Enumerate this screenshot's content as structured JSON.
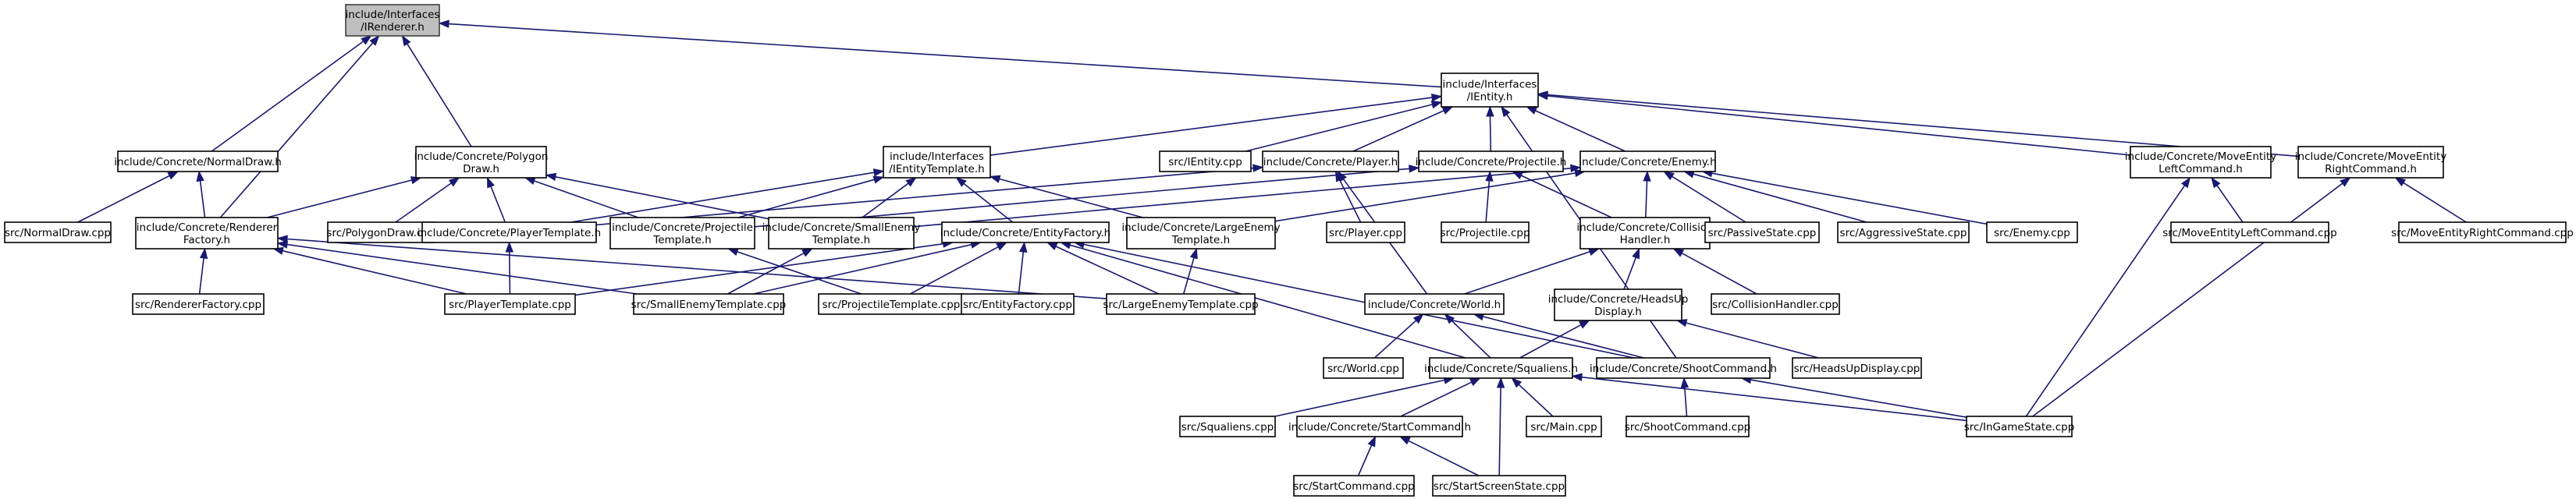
{
  "nodes": {
    "renderer_h": {
      "lines": [
        "include/Interfaces",
        "/IRenderer.h"
      ],
      "root": true
    },
    "ientity_h": {
      "lines": [
        "include/Interfaces",
        "/IEntity.h"
      ]
    },
    "normaldraw_h": {
      "lines": [
        "include/Concrete/NormalDraw.h"
      ]
    },
    "polygondraw_h": {
      "lines": [
        "include/Concrete/Polygon",
        "Draw.h"
      ]
    },
    "ientitytemplate_h": {
      "lines": [
        "include/Interfaces",
        "/IEntityTemplate.h"
      ]
    },
    "ientity_cpp": {
      "lines": [
        "src/IEntity.cpp"
      ]
    },
    "player_h": {
      "lines": [
        "include/Concrete/Player.h"
      ]
    },
    "projectile_h": {
      "lines": [
        "include/Concrete/Projectile.h"
      ]
    },
    "enemy_h": {
      "lines": [
        "include/Concrete/Enemy.h"
      ]
    },
    "moveleft_h": {
      "lines": [
        "include/Concrete/MoveEntity",
        "LeftCommand.h"
      ]
    },
    "moveright_h": {
      "lines": [
        "include/Concrete/MoveEntity",
        "RightCommand.h"
      ]
    },
    "normaldraw_cpp": {
      "lines": [
        "src/NormalDraw.cpp"
      ]
    },
    "rendererfactory_h": {
      "lines": [
        "include/Concrete/Renderer",
        "Factory.h"
      ]
    },
    "polygondraw_cpp": {
      "lines": [
        "src/PolygonDraw.cpp"
      ]
    },
    "playertemplate_h": {
      "lines": [
        "include/Concrete/PlayerTemplate.h"
      ]
    },
    "projectiletemplate_h": {
      "lines": [
        "include/Concrete/Projectile",
        "Template.h"
      ]
    },
    "smallenemytemplate_h": {
      "lines": [
        "include/Concrete/SmallEnemy",
        "Template.h"
      ]
    },
    "entityfactory_h": {
      "lines": [
        "include/Concrete/EntityFactory.h"
      ]
    },
    "largeenemytemplate_h": {
      "lines": [
        "include/Concrete/LargeEnemy",
        "Template.h"
      ]
    },
    "player_cpp": {
      "lines": [
        "src/Player.cpp"
      ]
    },
    "projectile_cpp": {
      "lines": [
        "src/Projectile.cpp"
      ]
    },
    "collisionhandler_h": {
      "lines": [
        "include/Concrete/Collision",
        "Handler.h"
      ]
    },
    "passivestate_cpp": {
      "lines": [
        "src/PassiveState.cpp"
      ]
    },
    "aggressivestate_cpp": {
      "lines": [
        "src/AggressiveState.cpp"
      ]
    },
    "enemy_cpp": {
      "lines": [
        "src/Enemy.cpp"
      ]
    },
    "moveleft_cpp": {
      "lines": [
        "src/MoveEntityLeftCommand.cpp"
      ]
    },
    "moveright_cpp": {
      "lines": [
        "src/MoveEntityRightCommand.cpp"
      ]
    },
    "rendererfactory_cpp": {
      "lines": [
        "src/RendererFactory.cpp"
      ]
    },
    "playertemplate_cpp": {
      "lines": [
        "src/PlayerTemplate.cpp"
      ]
    },
    "smallenemytemplate_cpp": {
      "lines": [
        "src/SmallEnemyTemplate.cpp"
      ]
    },
    "projectiletemplate_cpp": {
      "lines": [
        "src/ProjectileTemplate.cpp"
      ]
    },
    "entityfactory_cpp": {
      "lines": [
        "src/EntityFactory.cpp"
      ]
    },
    "largeenemytemplate_cpp": {
      "lines": [
        "src/LargeEnemyTemplate.cpp"
      ]
    },
    "world_h": {
      "lines": [
        "include/Concrete/World.h"
      ]
    },
    "headsupdisplay_h": {
      "lines": [
        "include/Concrete/HeadsUp",
        "Display.h"
      ]
    },
    "collisionhandler_cpp": {
      "lines": [
        "src/CollisionHandler.cpp"
      ]
    },
    "world_cpp": {
      "lines": [
        "src/World.cpp"
      ]
    },
    "squaliens_h": {
      "lines": [
        "include/Concrete/Squaliens.h"
      ]
    },
    "shootcommand_h": {
      "lines": [
        "include/Concrete/ShootCommand.h"
      ]
    },
    "headsupdisplay_cpp": {
      "lines": [
        "src/HeadsUpDisplay.cpp"
      ]
    },
    "squaliens_cpp": {
      "lines": [
        "src/Squaliens.cpp"
      ]
    },
    "startcommand_h": {
      "lines": [
        "include/Concrete/StartCommand.h"
      ]
    },
    "main_cpp": {
      "lines": [
        "src/Main.cpp"
      ]
    },
    "shootcommand_cpp": {
      "lines": [
        "src/ShootCommand.cpp"
      ]
    },
    "ingamestate_cpp": {
      "lines": [
        "src/InGameState.cpp"
      ]
    },
    "startcommand_cpp": {
      "lines": [
        "src/StartCommand.cpp"
      ]
    },
    "startscreenstate_cpp": {
      "lines": [
        "src/StartScreenState.cpp"
      ]
    }
  },
  "edges": [
    [
      "ientity_h",
      "renderer_h"
    ],
    [
      "normaldraw_h",
      "renderer_h"
    ],
    [
      "rendererfactory_h",
      "renderer_h"
    ],
    [
      "polygondraw_h",
      "renderer_h"
    ],
    [
      "normaldraw_cpp",
      "normaldraw_h"
    ],
    [
      "rendererfactory_h",
      "normaldraw_h"
    ],
    [
      "rendererfactory_h",
      "polygondraw_h"
    ],
    [
      "polygondraw_cpp",
      "polygondraw_h"
    ],
    [
      "playertemplate_h",
      "polygondraw_h"
    ],
    [
      "projectiletemplate_h",
      "polygondraw_h"
    ],
    [
      "smallenemytemplate_h",
      "polygondraw_h"
    ],
    [
      "rendererfactory_cpp",
      "rendererfactory_h"
    ],
    [
      "playertemplate_cpp",
      "rendererfactory_h"
    ],
    [
      "smallenemytemplate_cpp",
      "rendererfactory_h"
    ],
    [
      "largeenemytemplate_cpp",
      "rendererfactory_h"
    ],
    [
      "ientitytemplate_h",
      "ientity_h"
    ],
    [
      "ientity_cpp",
      "ientity_h"
    ],
    [
      "player_h",
      "ientity_h"
    ],
    [
      "projectile_h",
      "ientity_h"
    ],
    [
      "enemy_h",
      "ientity_h"
    ],
    [
      "moveleft_h",
      "ientity_h"
    ],
    [
      "moveright_h",
      "ientity_h"
    ],
    [
      "shootcommand_h",
      "ientity_h"
    ],
    [
      "playertemplate_h",
      "ientitytemplate_h"
    ],
    [
      "projectiletemplate_h",
      "ientitytemplate_h"
    ],
    [
      "smallenemytemplate_h",
      "ientitytemplate_h"
    ],
    [
      "entityfactory_h",
      "ientitytemplate_h"
    ],
    [
      "largeenemytemplate_h",
      "ientitytemplate_h"
    ],
    [
      "playertemplate_h",
      "player_h"
    ],
    [
      "player_cpp",
      "player_h"
    ],
    [
      "world_h",
      "player_h"
    ],
    [
      "projectiletemplate_h",
      "projectile_h"
    ],
    [
      "projectile_cpp",
      "projectile_h"
    ],
    [
      "collisionhandler_h",
      "projectile_h"
    ],
    [
      "smallenemytemplate_h",
      "enemy_h"
    ],
    [
      "largeenemytemplate_h",
      "enemy_h"
    ],
    [
      "collisionhandler_h",
      "enemy_h"
    ],
    [
      "passivestate_cpp",
      "enemy_h"
    ],
    [
      "aggressivestate_cpp",
      "enemy_h"
    ],
    [
      "enemy_cpp",
      "enemy_h"
    ],
    [
      "moveleft_cpp",
      "moveleft_h"
    ],
    [
      "ingamestate_cpp",
      "moveleft_h"
    ],
    [
      "moveright_cpp",
      "moveright_h"
    ],
    [
      "ingamestate_cpp",
      "moveright_h"
    ],
    [
      "playertemplate_cpp",
      "playertemplate_h"
    ],
    [
      "projectiletemplate_cpp",
      "projectiletemplate_h"
    ],
    [
      "smallenemytemplate_cpp",
      "smallenemytemplate_h"
    ],
    [
      "largeenemytemplate_cpp",
      "largeenemytemplate_h"
    ],
    [
      "playertemplate_cpp",
      "entityfactory_h"
    ],
    [
      "smallenemytemplate_cpp",
      "entityfactory_h"
    ],
    [
      "projectiletemplate_cpp",
      "entityfactory_h"
    ],
    [
      "entityfactory_cpp",
      "entityfactory_h"
    ],
    [
      "largeenemytemplate_cpp",
      "entityfactory_h"
    ],
    [
      "squaliens_h",
      "entityfactory_h"
    ],
    [
      "shootcommand_h",
      "entityfactory_h"
    ],
    [
      "world_h",
      "collisionhandler_h"
    ],
    [
      "headsupdisplay_h",
      "collisionhandler_h"
    ],
    [
      "collisionhandler_cpp",
      "collisionhandler_h"
    ],
    [
      "world_cpp",
      "world_h"
    ],
    [
      "squaliens_h",
      "world_h"
    ],
    [
      "shootcommand_h",
      "world_h"
    ],
    [
      "squaliens_h",
      "headsupdisplay_h"
    ],
    [
      "headsupdisplay_cpp",
      "headsupdisplay_h"
    ],
    [
      "squaliens_cpp",
      "squaliens_h"
    ],
    [
      "startcommand_h",
      "squaliens_h"
    ],
    [
      "main_cpp",
      "squaliens_h"
    ],
    [
      "startscreenstate_cpp",
      "squaliens_h"
    ],
    [
      "ingamestate_cpp",
      "squaliens_h"
    ],
    [
      "shootcommand_cpp",
      "shootcommand_h"
    ],
    [
      "ingamestate_cpp",
      "shootcommand_h"
    ],
    [
      "startcommand_cpp",
      "startcommand_h"
    ],
    [
      "startscreenstate_cpp",
      "startcommand_h"
    ]
  ]
}
